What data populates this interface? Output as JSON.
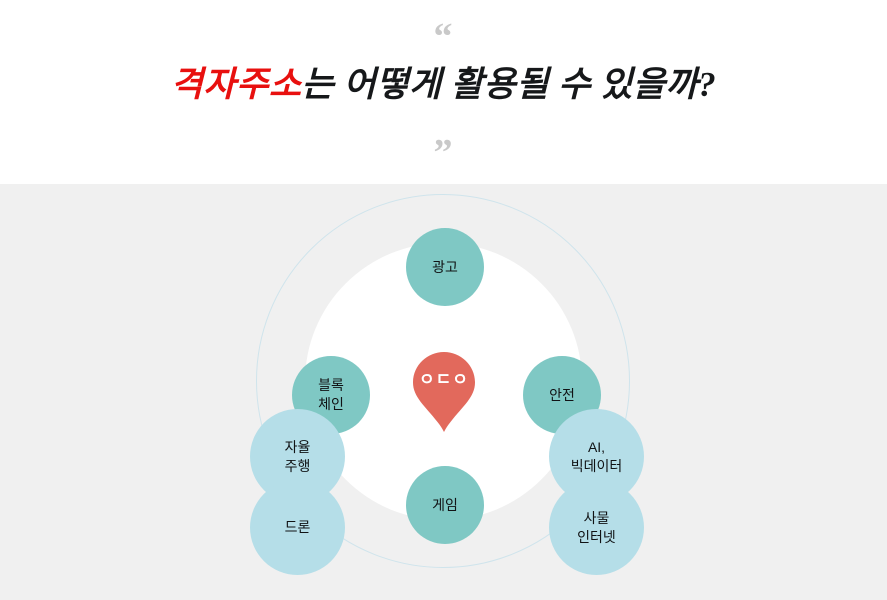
{
  "header": {
    "quote_open": "“",
    "quote_close": "”",
    "title_accent": "격자주소",
    "title_rest": "는 어떻게 활용될 수 있을까?",
    "title_full": "격자주소는 어떻게 활용될 수 있을까?"
  },
  "diagram": {
    "center": {
      "icon": "map-pin-icon",
      "logo_text": "ㅇㄷㅇ",
      "color": "#e2695c"
    },
    "colors": {
      "background": "#f0f0f0",
      "inner_disc": "#ffffff",
      "ring_stroke": "#cfe4ec",
      "inner_node": "#7fc8c4",
      "outer_node": "#b5dee8",
      "accent_red": "#e8100f",
      "quote_gray": "#c9c9c9"
    },
    "inner_nodes": [
      {
        "id": "ad",
        "label": "광고",
        "position": "top"
      },
      {
        "id": "block",
        "label": "블록\n체인",
        "position": "left"
      },
      {
        "id": "safety",
        "label": "안전",
        "position": "right"
      },
      {
        "id": "game",
        "label": "게임",
        "position": "bottom"
      }
    ],
    "outer_nodes": [
      {
        "id": "autodrive",
        "label": "자율\n주행",
        "position": "top-left"
      },
      {
        "id": "ai",
        "label": "AI,\n빅데이터",
        "position": "top-right"
      },
      {
        "id": "drone",
        "label": "드론",
        "position": "bottom-left"
      },
      {
        "id": "iot",
        "label": "사물\n인터넷",
        "position": "bottom-right"
      }
    ]
  }
}
